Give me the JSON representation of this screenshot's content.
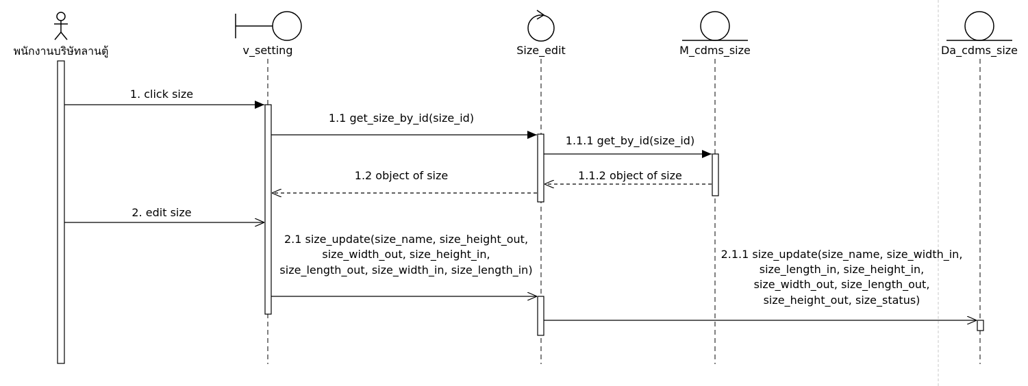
{
  "participants": [
    {
      "key": "actor",
      "name": "พนักงานบริษัทลานตู้",
      "stereotype": "actor"
    },
    {
      "key": "v_setting",
      "name": "v_setting",
      "stereotype": "boundary"
    },
    {
      "key": "size_edit",
      "name": "Size_edit",
      "stereotype": "control"
    },
    {
      "key": "m_cdms_size",
      "name": "M_cdms_size",
      "stereotype": "entity"
    },
    {
      "key": "da_cdms_size",
      "name": "Da_cdms_size",
      "stereotype": "entity"
    }
  ],
  "messages": [
    {
      "key": "m1",
      "label": "1. click size",
      "type": "sync"
    },
    {
      "key": "m11",
      "label": "1.1 get_size_by_id(size_id)",
      "type": "sync"
    },
    {
      "key": "m111",
      "label": "1.1.1 get_by_id(size_id)",
      "type": "sync"
    },
    {
      "key": "m112",
      "label": "1.1.2 object of size",
      "type": "return"
    },
    {
      "key": "m12",
      "label": "1.2 object of size",
      "type": "return"
    },
    {
      "key": "m2",
      "label": "2. edit size",
      "type": "async"
    },
    {
      "key": "m21",
      "lines": [
        "2.1 size_update(size_name, size_height_out,",
        "size_width_out, size_height_in,",
        "size_length_out, size_width_in, size_length_in)"
      ],
      "type": "async"
    },
    {
      "key": "m211",
      "lines": [
        "2.1.1 size_update(size_name, size_width_in,",
        "size_length_in, size_height_in,",
        "size_width_out, size_length_out,",
        "size_height_out, size_status)"
      ],
      "type": "async"
    }
  ]
}
